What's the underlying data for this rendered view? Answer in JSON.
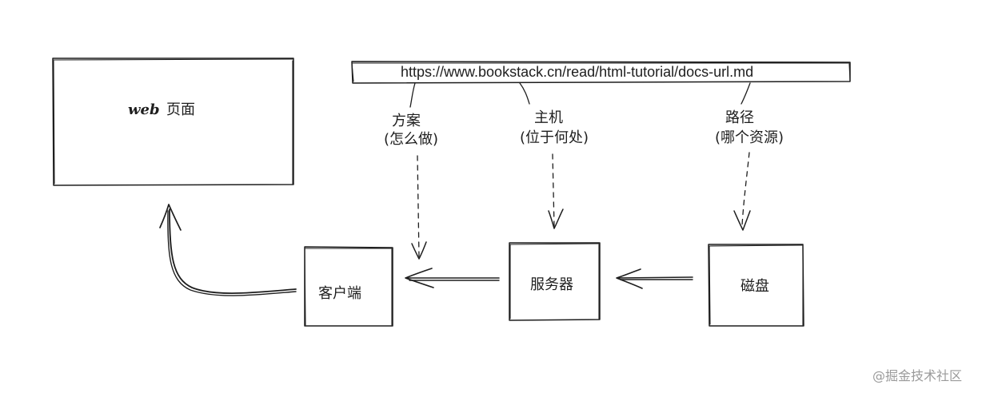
{
  "web_page": {
    "word": "web",
    "label": "页面"
  },
  "url_bar": {
    "text": "https://www.bookstack.cn/read/html-tutorial/docs-url.md"
  },
  "parts": {
    "scheme": {
      "title": "方案",
      "note": "(怎么做)"
    },
    "host": {
      "title": "主机",
      "note": "(位于何处)"
    },
    "path": {
      "title": "路径",
      "note": "(哪个资源)"
    }
  },
  "nodes": {
    "client": "客户端",
    "server": "服务器",
    "disk": "磁盘"
  },
  "watermark": "@掘金技术社区",
  "colors": {
    "stroke": "#1e1e1e",
    "background": "#ffffff",
    "watermark": "#9a9a9a"
  }
}
